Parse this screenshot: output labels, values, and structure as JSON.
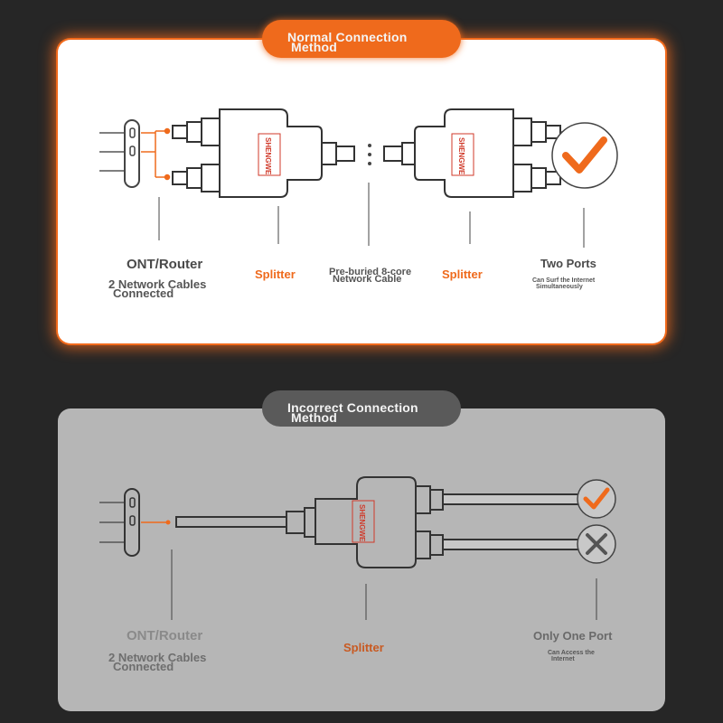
{
  "normal": {
    "title_line1": "Normal Connection",
    "title_line2": "Method",
    "labels": {
      "ont_router": "ONT/Router",
      "cables_line1": "2 Network Cables",
      "cables_line2": "Connected",
      "splitter_left": "Splitter",
      "cable_line1": "Pre-buried 8-core",
      "cable_line2": "Network Cable",
      "splitter_right": "Splitter",
      "ports": "Two Ports",
      "ports_note_line1": "Can Surf the Internet",
      "ports_note_line2": "Simultaneously"
    },
    "brand": "SHENGWE"
  },
  "incorrect": {
    "title_line1": "Incorrect Connection",
    "title_line2": "Method",
    "labels": {
      "ont_router": "ONT/Router",
      "cables_line1": "2 Network Cables",
      "cables_line2": "Connected",
      "splitter": "Splitter",
      "ports": "Only One Port",
      "ports_note_line1": "Can Access the",
      "ports_note_line2": "Internet"
    },
    "brand": "SHENGWE"
  },
  "colors": {
    "accent": "#ef6a1c",
    "panel_light": "#ffffff",
    "panel_grey": "#b6b6b6",
    "background": "#262626"
  },
  "icons": [
    "check-icon",
    "cross-icon"
  ]
}
